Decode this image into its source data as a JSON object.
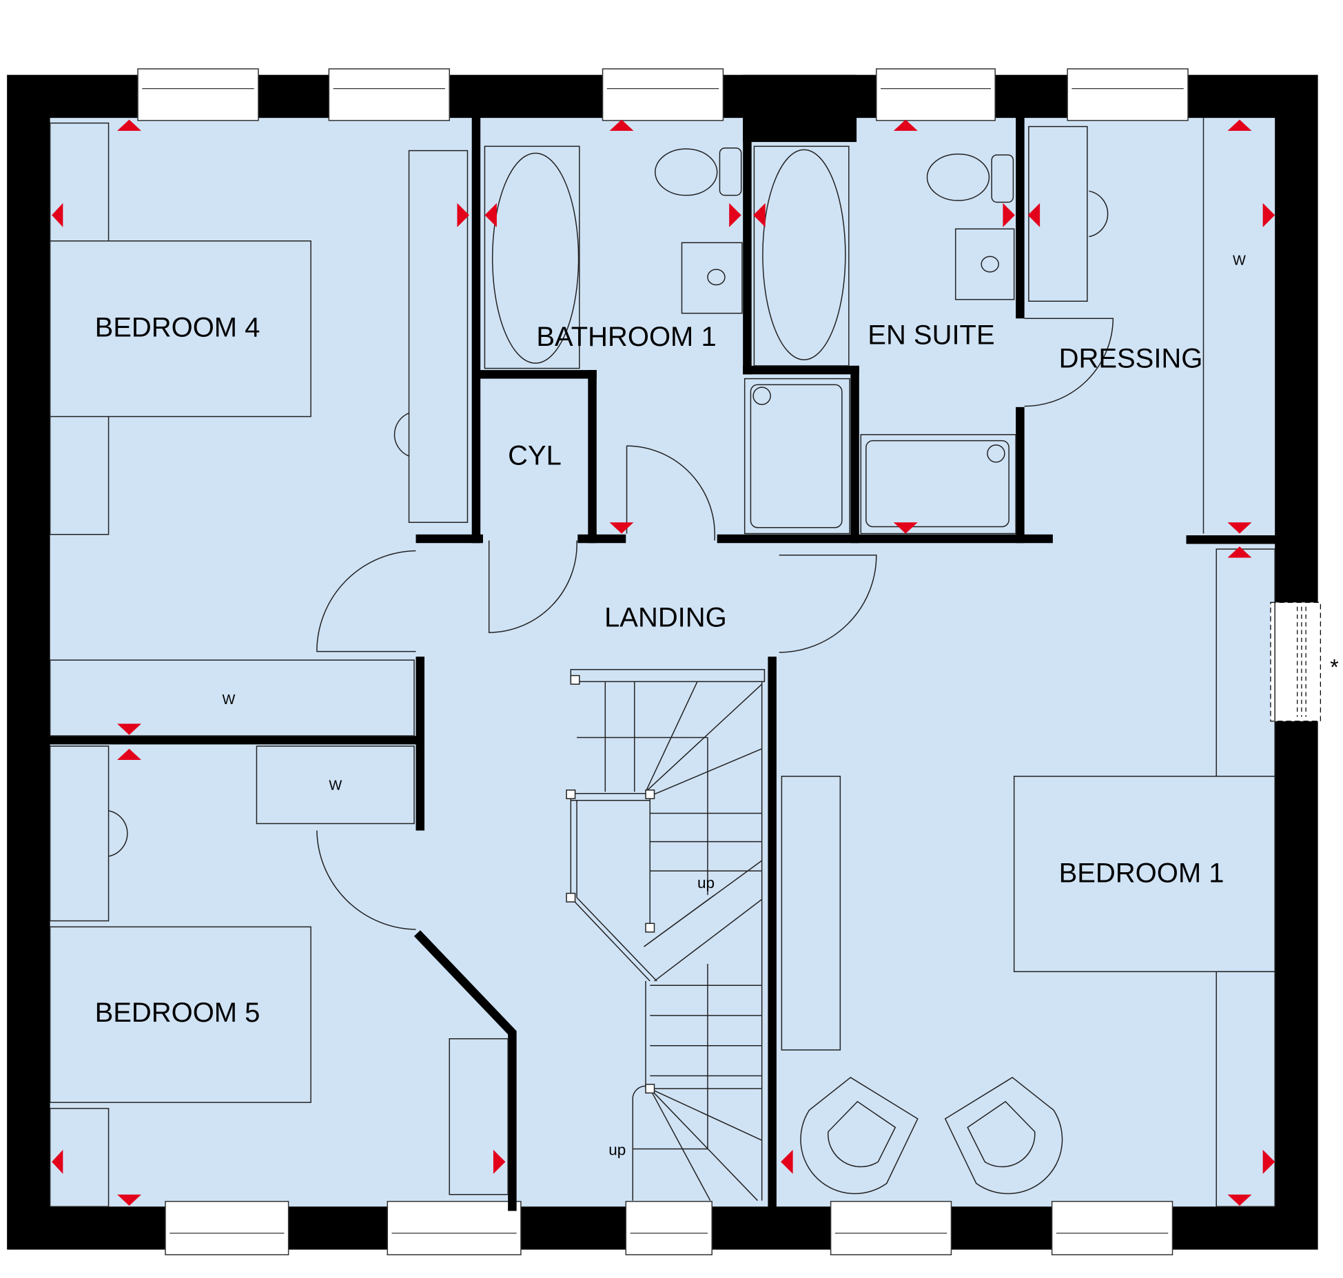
{
  "plan": {
    "rooms": {
      "bedroom4": "BEDROOM 4",
      "bathroom1": "BATHROOM 1",
      "en_suite": "EN SUITE",
      "dressing": "DRESSING",
      "cyl": "CYL",
      "landing": "LANDING",
      "bedroom1": "BEDROOM 1",
      "bedroom5": "BEDROOM 5"
    },
    "wardrobe_labels": [
      "W",
      "W",
      "W"
    ],
    "stair_labels": [
      "up",
      "up"
    ],
    "note_marker": "*",
    "colors": {
      "floor": "#d0e3f5",
      "wall": "#000000",
      "marker": "#e3001b"
    }
  }
}
